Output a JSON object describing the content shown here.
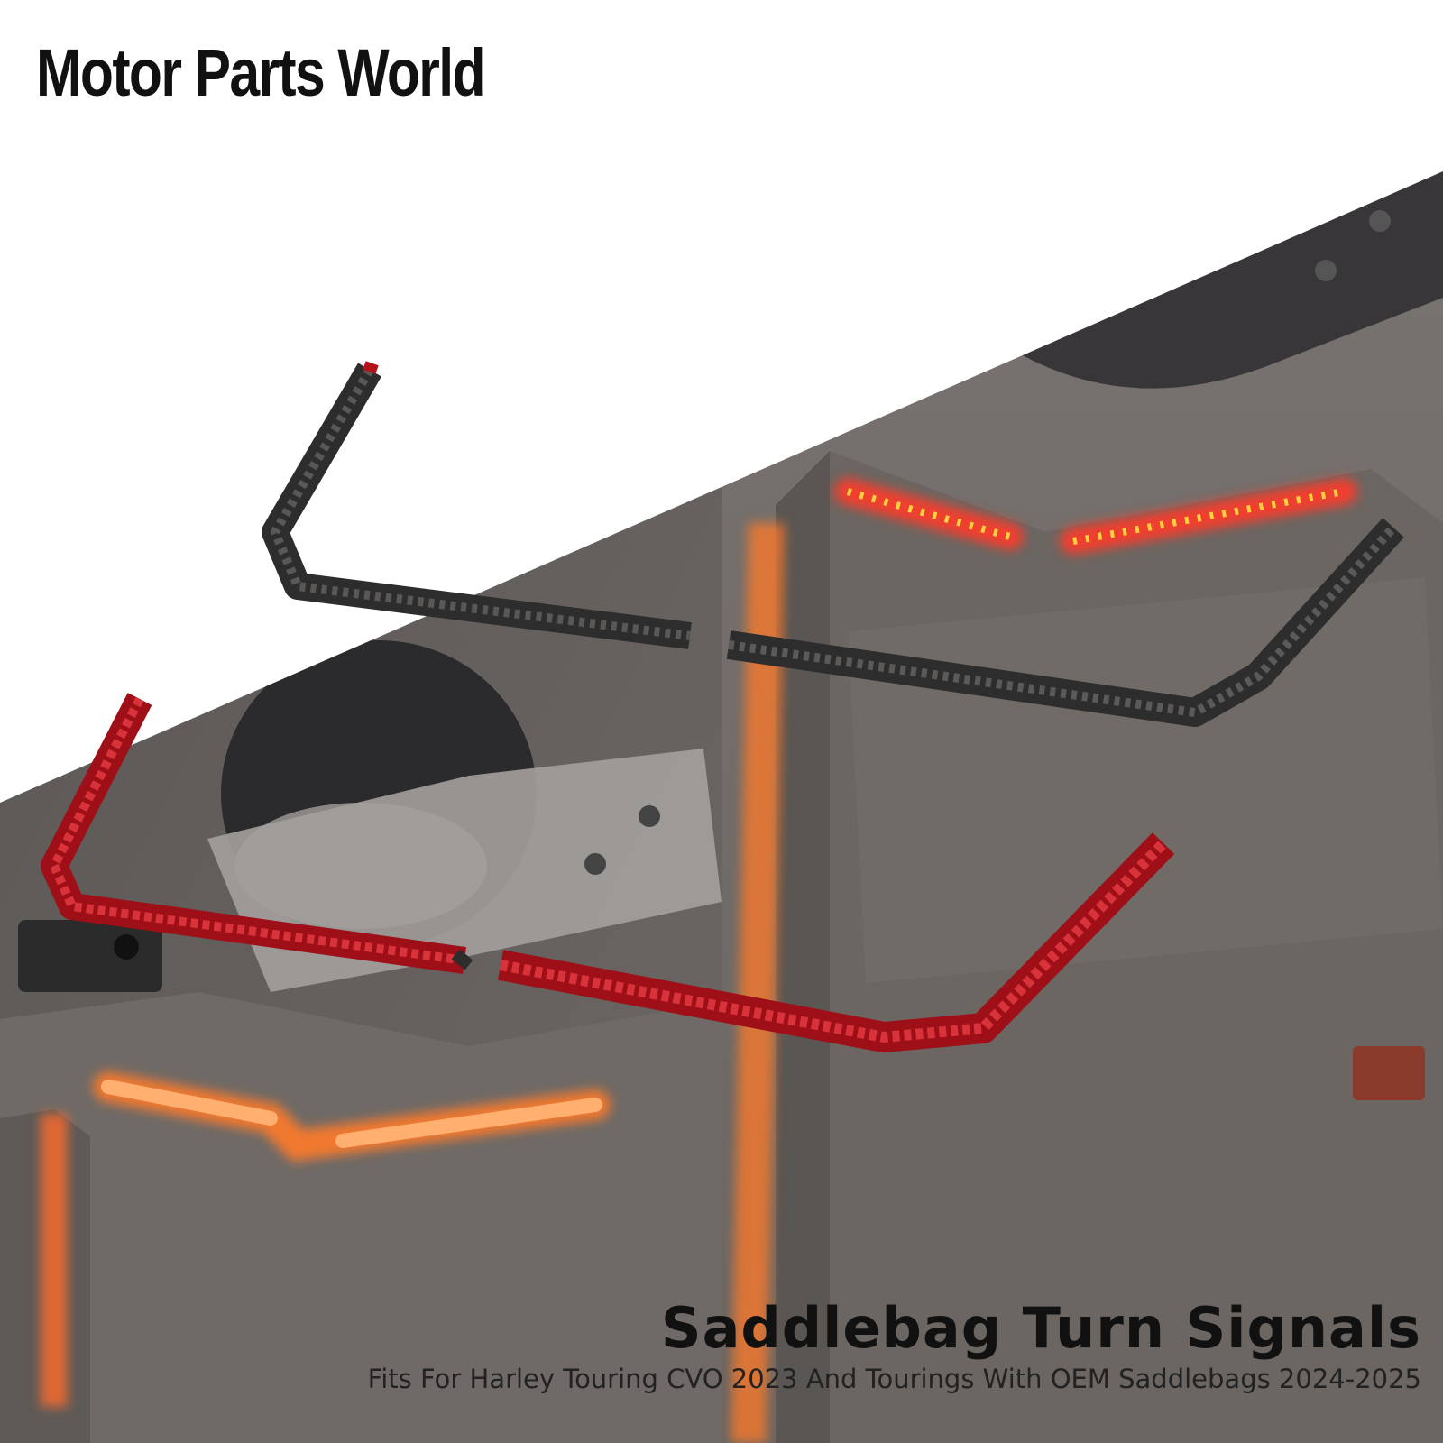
{
  "brand": {
    "name": "Motor Parts World"
  },
  "product": {
    "title": "Saddlebag Turn Signals",
    "subtitle": "Fits For Harley Touring CVO 2023 And Tourings With OEM Saddlebags 2024-2025"
  },
  "colors": {
    "background": "#ffffff",
    "photo_band": "#6e6966",
    "smoke_lens": "#3d3b3a",
    "red_lens": "#b3121b",
    "led_glow": "#ff5a2a",
    "text": "#111111"
  },
  "photo_panels": [
    {
      "name": "left-panel",
      "content": "saddlebag with lit amber turn signal strip"
    },
    {
      "name": "right-panel",
      "content": "saddlebag rear with red LED strip lit"
    }
  ],
  "products_shown": [
    {
      "name": "smoke-lens-signal-top"
    },
    {
      "name": "smoke-lens-signal-right"
    },
    {
      "name": "red-lens-signal-left"
    },
    {
      "name": "red-lens-signal-bottom"
    }
  ]
}
